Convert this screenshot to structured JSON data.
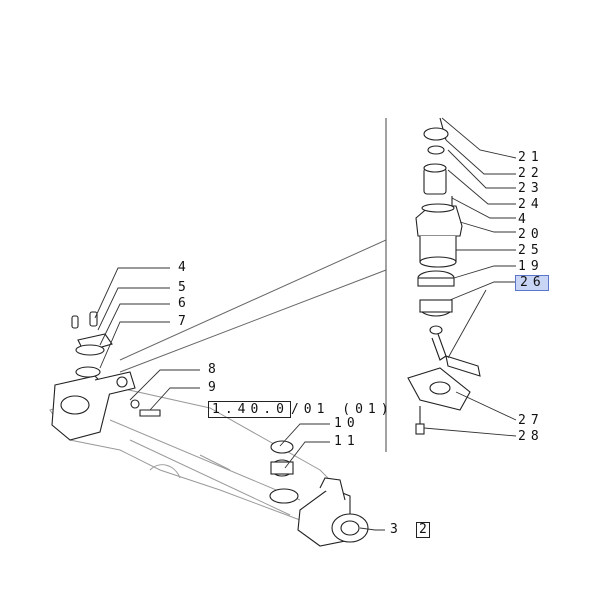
{
  "callouts": {
    "c21": "21",
    "c22": "22",
    "c23": "23",
    "c24": "24",
    "c4_right": "4",
    "c20": "20",
    "c25": "25",
    "c19": "19",
    "c26": "26",
    "c27": "27",
    "c28": "28",
    "c4_left": "4",
    "c5": "5",
    "c6": "6",
    "c7": "7",
    "c8": "8",
    "c9": "9",
    "c10": "10",
    "c11": "11",
    "c3": "3",
    "c2": "2"
  },
  "reference": {
    "boxed": "1.40.0",
    "suffix": "/01 (01)"
  },
  "colors": {
    "line": "#222222",
    "faint": "#9a9a9a",
    "highlight_fill": "#c9d5f5",
    "highlight_border": "#5b75c9"
  }
}
